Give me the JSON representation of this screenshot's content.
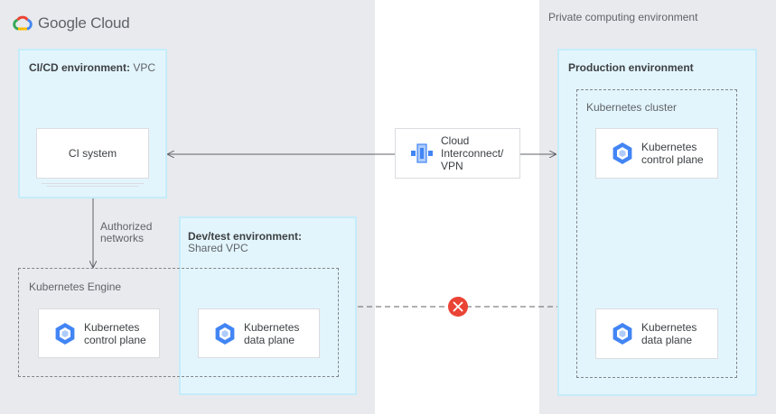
{
  "brand": {
    "google_text": "Google Cloud"
  },
  "regions": {
    "private_title": "Private computing environment"
  },
  "cicd": {
    "title": "CI/CD environment:",
    "title_suffix": "VPC",
    "ci_system": "CI system"
  },
  "arrow_label": {
    "line1": "Authorized",
    "line2": "networks"
  },
  "devtest": {
    "title": "Dev/test environment:",
    "subtitle": "Shared VPC"
  },
  "engine": {
    "label": "Kubernetes Engine",
    "control_line1": "Kubernetes",
    "control_line2": "control plane",
    "data_line1": "Kubernetes",
    "data_line2": "data plane"
  },
  "interconnect": {
    "line1": "Cloud",
    "line2": "Interconnect/",
    "line3": "VPN"
  },
  "production": {
    "title": "Production environment",
    "cluster_label": "Kubernetes cluster",
    "control_line1": "Kubernetes",
    "control_line2": "control plane",
    "data_line1": "Kubernetes",
    "data_line2": "data plane"
  },
  "colors": {
    "region_gray": "#e8eaed",
    "panel_blue": "#e3f5fc",
    "panel_border": "#c5ecfa",
    "k8s_icon": "#4285f4",
    "blocked_red": "#ea4335"
  },
  "icons": {
    "kubernetes": "kubernetes-hexagon-icon",
    "interconnect": "cloud-interconnect-icon",
    "blocked": "blocked-x-icon",
    "logo": "google-cloud-logo-icon"
  }
}
